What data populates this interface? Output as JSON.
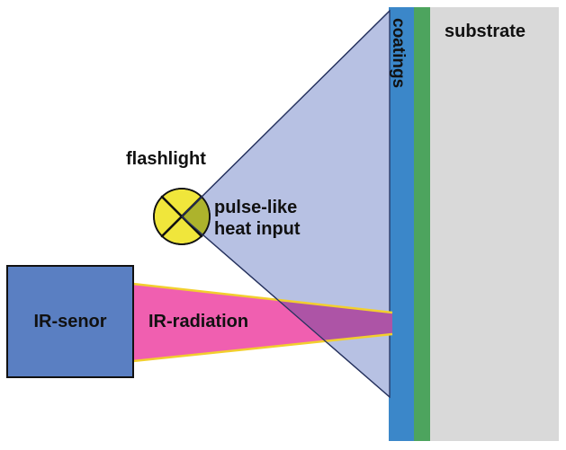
{
  "figure": {
    "labels": {
      "flashlight": "flashlight",
      "pulse_like_line1": "pulse-like",
      "pulse_like_line2": "heat input",
      "ir_sensor": "IR-senor",
      "ir_radiation": "IR-radiation",
      "coatings": "coatings",
      "substrate": "substrate"
    },
    "colors": {
      "background": "#ffffff",
      "substrate_gray": "#d9d9d9",
      "coating_blue": "#3b87c9",
      "coating_green": "#4da45e",
      "light_cone_fill": "#b7c1e3",
      "light_cone_stroke": "#27335f",
      "flashlight_yellow": "#f0e63b",
      "flashlight_overlap_olive": "#adb32c",
      "ir_beam_pink": "#f05fb0",
      "ir_beam_outline_yellow": "#f2cf2e",
      "ir_beam_overlap_purple": "#ad54a6",
      "ir_sensor_blue": "#5a7fc2",
      "text_black": "#111111"
    }
  }
}
